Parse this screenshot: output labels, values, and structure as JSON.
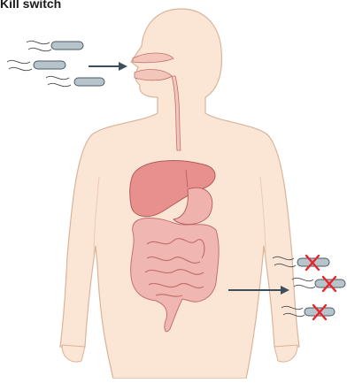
{
  "figure": {
    "title": "Kill switch",
    "colors": {
      "skin": "#fbe6d6",
      "skin_outline": "#d9b49a",
      "organ": "#e8a3a0",
      "organ_dark": "#c46f6c",
      "liver": "#e7908d",
      "bacterium_body": "#b8c4cc",
      "arrow": "#3d4f5c",
      "kill_mark": "#e8262a"
    },
    "incoming_bacteria": [
      {
        "name": "bacterium-incoming-1",
        "icon": "bacterium-icon"
      },
      {
        "name": "bacterium-incoming-2",
        "icon": "bacterium-icon"
      },
      {
        "name": "bacterium-incoming-3",
        "icon": "bacterium-icon"
      }
    ],
    "killed_bacteria": [
      {
        "name": "bacterium-killed-1",
        "icon": "killed-bacterium-icon"
      },
      {
        "name": "bacterium-killed-2",
        "icon": "killed-bacterium-icon"
      },
      {
        "name": "bacterium-killed-3",
        "icon": "killed-bacterium-icon"
      }
    ]
  }
}
